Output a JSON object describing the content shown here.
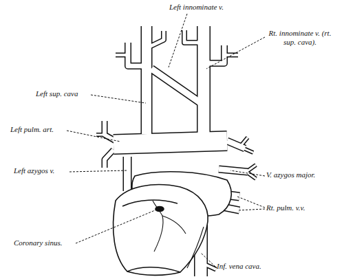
{
  "diagram": {
    "labels": [
      "Left innominate v.",
      "Rt. innominate v. (rt. sup. cava).",
      "Left sup. cava",
      "Left pulm. art.",
      "Left azygos v.",
      "V. azygos major.",
      "Rt. pulm. v.v.",
      "Coronary sinus.",
      "Inf. vena cava."
    ]
  }
}
